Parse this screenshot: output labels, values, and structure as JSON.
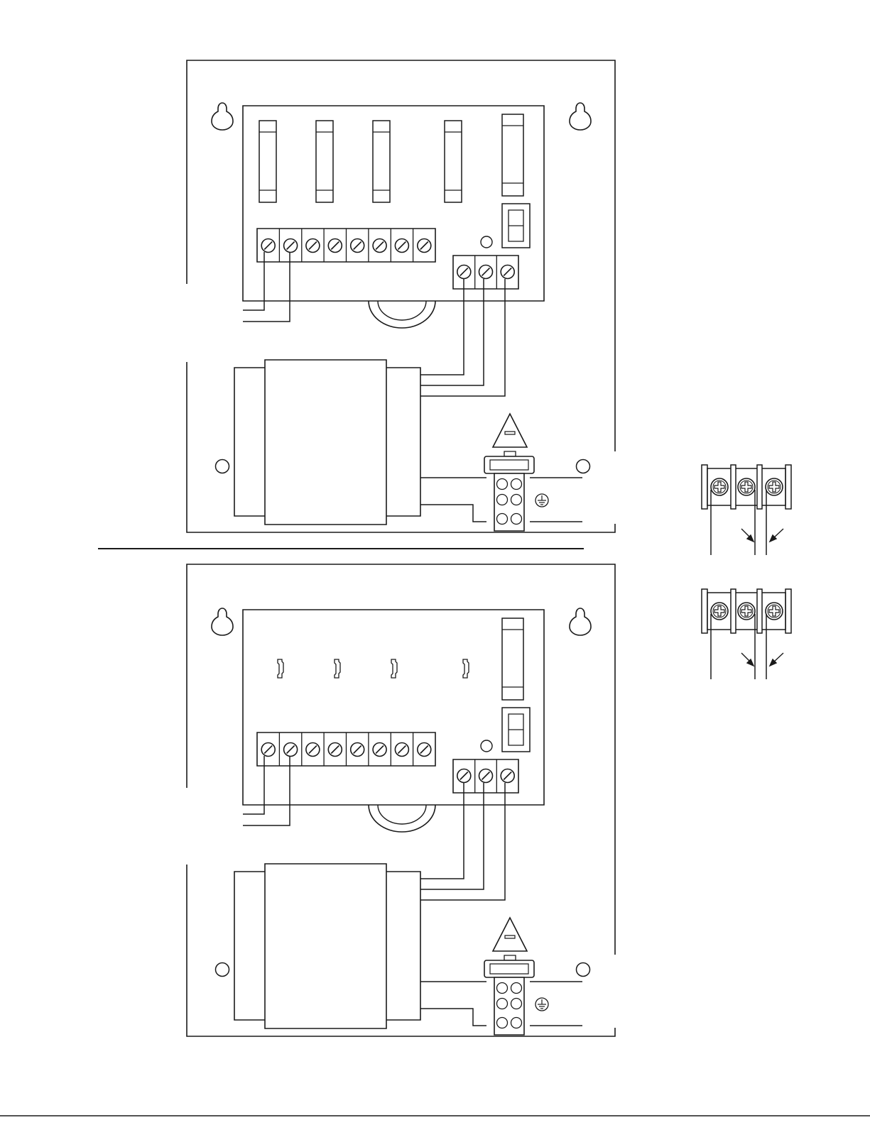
{
  "document": {
    "panels": [
      {
        "name": "upper-wiring-diagram",
        "fuses": "installed"
      },
      {
        "name": "lower-wiring-diagram",
        "fuses": "removed"
      }
    ],
    "callouts": [
      "upper-terminal-detail",
      "lower-terminal-detail"
    ]
  },
  "colors": {
    "ink": "#1a1a1a",
    "background": "#ffffff"
  },
  "icons": [
    "keyhole-slot-icon",
    "mounting-hole-icon",
    "warning-triangle-icon",
    "fuse-icon",
    "ground-symbol-icon",
    "screw-terminal-icon",
    "phillips-screw-icon",
    "arrow-icon"
  ]
}
